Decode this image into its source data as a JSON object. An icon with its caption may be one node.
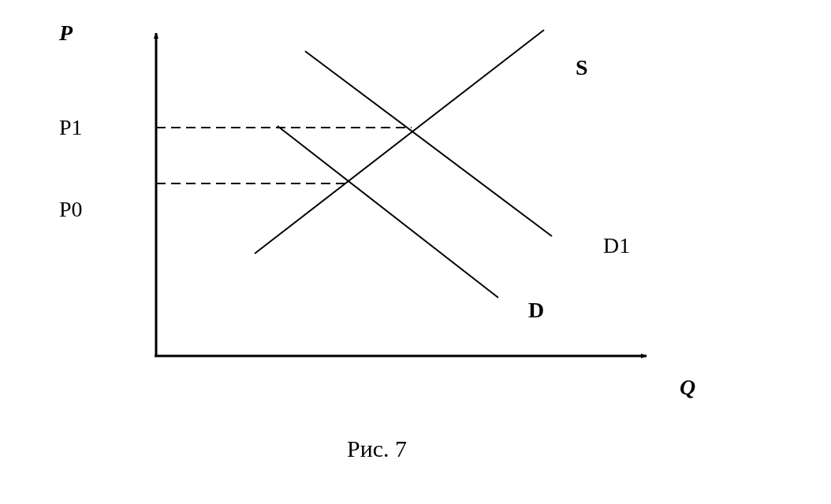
{
  "diagram": {
    "caption": "Рис. 7",
    "labels": [
      "P",
      "S",
      "P1",
      "P0",
      "D1",
      "D",
      "Q"
    ]
  }
}
